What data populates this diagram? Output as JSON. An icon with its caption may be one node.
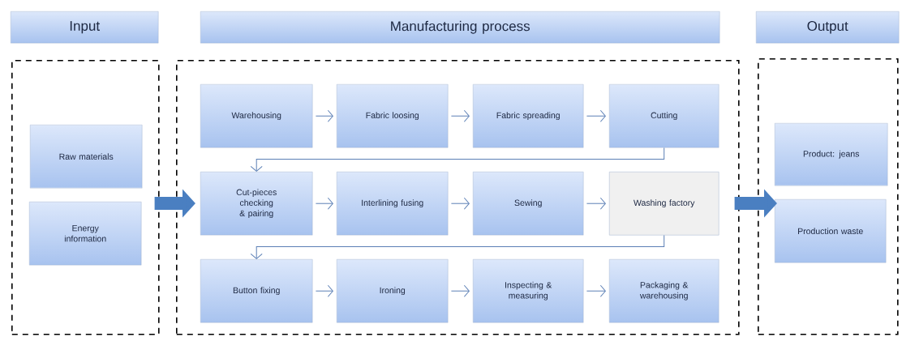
{
  "diagram": {
    "nodes": [
      {
        "text": [
          "Input"
        ]
      },
      {
        "text": [
          "Manufacturing process"
        ]
      },
      {
        "text": [
          "Output"
        ]
      },
      {
        "text": [],
        "shape": "box"
      },
      {
        "text": [
          "Raw materials"
        ],
        "in": 3
      },
      {
        "text": [
          "Energy information"
        ],
        "in": 3
      },
      {
        "text": [],
        "shape": "box"
      },
      {
        "text": [
          "Warehousing"
        ],
        "in": 6
      },
      {
        "text": [
          "Fabric loosing"
        ],
        "in": 6
      },
      {
        "text": [
          "Fabric spreading"
        ],
        "in": 6
      },
      {
        "text": [
          "Cutting"
        ],
        "in": 6
      },
      {
        "text": [
          "Cut-pieces checking & pairing"
        ],
        "in": 6
      },
      {
        "text": [
          "Interlining fusing"
        ],
        "in": 6
      },
      {
        "text": [
          "Sewing"
        ],
        "in": 6
      },
      {
        "text": [
          "Washing factory"
        ],
        "in": 6
      },
      {
        "text": [
          "Button fixing"
        ],
        "in": 6
      },
      {
        "text": [
          "Ironing"
        ],
        "in": 6
      },
      {
        "text": [
          "Inspecting & measuring"
        ],
        "in": 6
      },
      {
        "text": [
          "Packaging & warehousing"
        ],
        "in": 6
      },
      {
        "text": [],
        "shape": "box"
      },
      {
        "text": [
          "Product: jeans"
        ],
        "in": 19
      },
      {
        "text": [
          "Production waste"
        ],
        "in": 19
      }
    ],
    "edges": [
      {
        "from": 7,
        "to": 8,
        "arrow": "to"
      },
      {
        "from": 8,
        "to": 9,
        "arrow": "to"
      },
      {
        "from": 9,
        "to": 10,
        "arrow": "to"
      },
      {
        "from": 10,
        "to": 11,
        "arrow": "to"
      },
      {
        "from": 11,
        "to": 12,
        "arrow": "to"
      },
      {
        "from": 12,
        "to": 13,
        "arrow": "to"
      },
      {
        "from": 13,
        "to": 14,
        "arrow": "to"
      },
      {
        "from": 14,
        "to": 15,
        "arrow": "to"
      },
      {
        "from": 15,
        "to": 16,
        "arrow": "to"
      },
      {
        "from": 16,
        "to": 17,
        "arrow": "to"
      },
      {
        "from": 17,
        "to": 18,
        "arrow": "to"
      },
      {
        "from": 3,
        "to": 6,
        "arrow": "to",
        "style": "thick",
        "color": "#4a7fc1"
      },
      {
        "from": 6,
        "to": 19,
        "arrow": "to",
        "style": "thick",
        "color": "#4a7fc1"
      }
    ]
  }
}
